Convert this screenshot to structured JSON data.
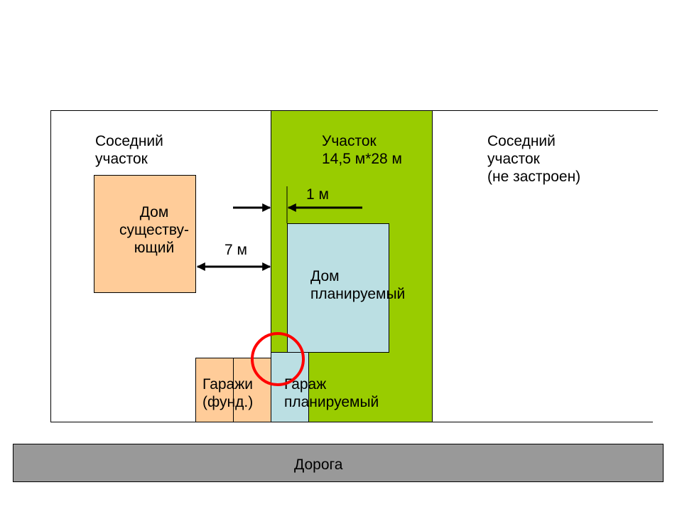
{
  "labels": {
    "neighbor_left": "Соседний\nучасток",
    "plot": "Участок\n14,5 м*28 м",
    "neighbor_right": "Соседний\nучасток\n(не застроен)",
    "house_existing": "Дом\nсуществу-\nющий",
    "house_planned": "Дом\nпланируемый",
    "garages_foundation": "Гаражи\n(фунд.)",
    "garage_planned": "Гараж\nпланируемый",
    "road": "Дорога",
    "dist_1m": "1 м",
    "dist_7m": "7 м"
  },
  "colors": {
    "plot_green": "#99cc00",
    "existing_peach": "#ffcc99",
    "planned_lightblue": "#bbdfe3",
    "road_gray": "#999999",
    "highlight_red": "#ff0000"
  }
}
